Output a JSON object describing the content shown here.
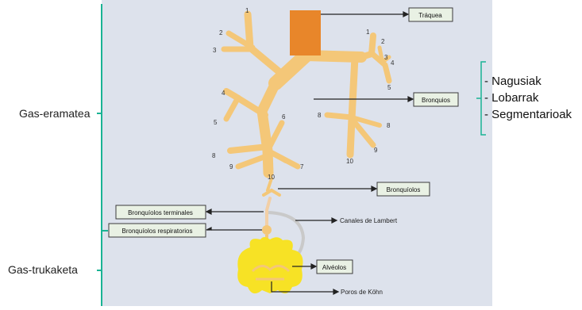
{
  "colors": {
    "panel": "#dde2ec",
    "airway": "#f4c778",
    "airway_dark": "#e5aa4e",
    "trachea": "#e8862a",
    "alveoli": "#f7e225",
    "bracket": "#1ab394",
    "box_fill": "#e9f1e4",
    "box_border": "#3b3b3b"
  },
  "side_labels": {
    "conduction": "Gas-eramatea",
    "exchange": "Gas-trukaketa"
  },
  "bronchi_types": [
    "- Nagusiak",
    "- Lobarrak",
    "- Segmentarioak"
  ],
  "boxes": {
    "trachea": "Tráquea",
    "bronchi": "Bronquios",
    "bronchioles": "Bronquíolos",
    "terminal": "Bronquíolos terminales",
    "respiratory": "Bronquíolos respiratorios",
    "alveoli": "Alvéolos"
  },
  "plain_labels": {
    "lambert": "Canales de Lambert",
    "kohn": "Poros de Köhn"
  },
  "segment_numbers": {
    "n1a": "1",
    "n2a": "2",
    "n3a": "3",
    "n1b": "1",
    "n2b": "2",
    "n3b": "3",
    "n4b": "4",
    "n5b": "5",
    "n4c": "4",
    "n5c": "5",
    "n6c": "6",
    "n7c": "7",
    "n8c": "8",
    "n9c": "9",
    "n10c": "10",
    "n8d": "8",
    "n8e": "8",
    "n9d": "9",
    "n10d": "10"
  }
}
